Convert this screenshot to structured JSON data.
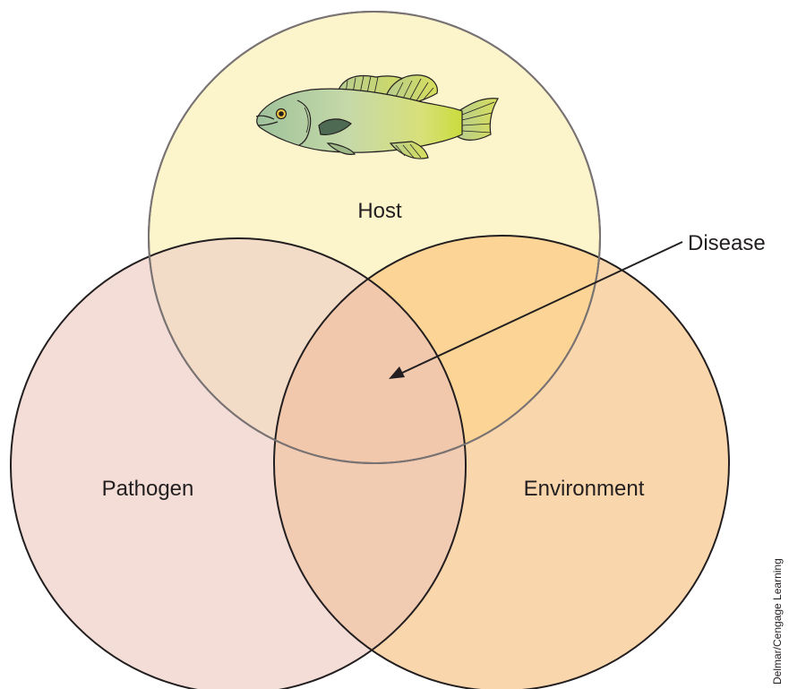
{
  "labels": {
    "host": "Host",
    "pathogen": "Pathogen",
    "environment": "Environment",
    "disease": "Disease"
  },
  "credit": "Delmar/Cengage Learning",
  "colors": {
    "host_fill": "#fcf5cc",
    "pathogen_fill": "#f3ddd6",
    "environment_fill": "#fad6ad",
    "host_environment_overlap": "#fcd596",
    "host_pathogen_overlap": "#f2dcc7",
    "pathogen_environment_overlap": "#f2cbb3",
    "center_overlap": "#f1c8ac",
    "outline": "#231f20"
  },
  "icons": {
    "host": "fish-icon"
  }
}
